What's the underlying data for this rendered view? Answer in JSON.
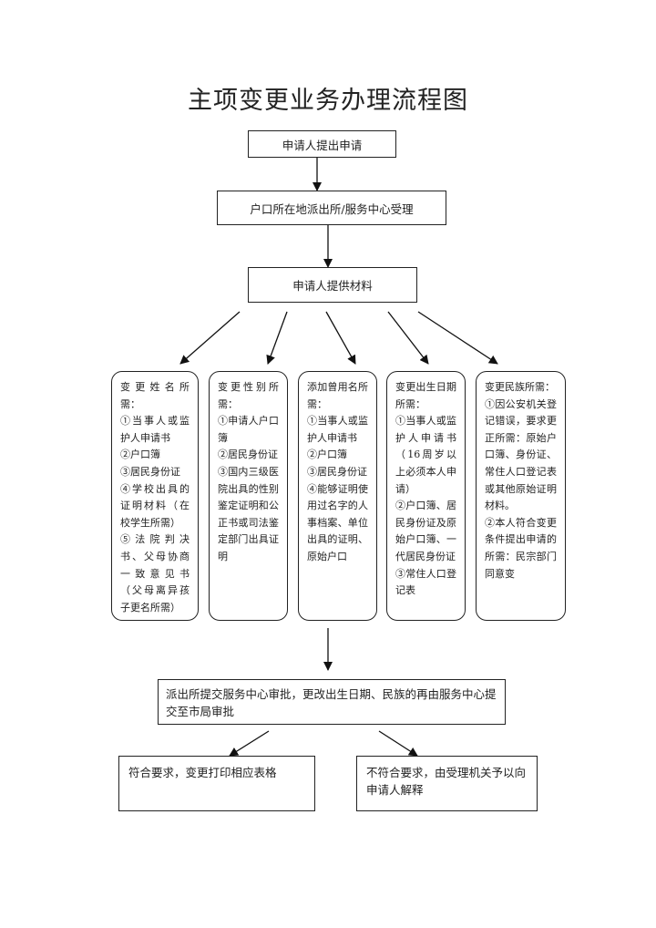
{
  "title": "主项变更业务办理流程图",
  "steps": {
    "apply": "申请人提出申请",
    "accept": "户口所在地派出所/服务中心受理",
    "materials": "申请人提供材料"
  },
  "categories": [
    {
      "heading": "变更姓名所需：",
      "items": [
        "①当事人或监护人申请书",
        "②户口簿",
        "③居民身份证",
        "④学校出具的证明材料（在校学生所需）",
        "⑤法院判决书、父母协商一致意见书（父母离异孩子更名所需）"
      ]
    },
    {
      "heading": "变更性别所需：",
      "items": [
        "①申请人户口簿",
        "②居民身份证",
        "③国内三级医院出具的性别鉴定证明和公正书或司法鉴定部门出具证明"
      ]
    },
    {
      "heading": "添加曾用名所需：",
      "items": [
        "①当事人或监护人申请书",
        "②户口簿",
        "③居民身份证",
        "④能够证明使用过名字的人事档案、单位出具的证明、原始户口"
      ]
    },
    {
      "heading": "变更出生日期所需：",
      "items": [
        "①当事人或监护人申请书（16周岁以上必须本人申请）",
        "②户口簿、居民身份证及原始户口簿、一代居民身份证",
        "③常住人口登记表"
      ]
    },
    {
      "heading": "变更民族所需：",
      "items": [
        "①因公安机关登记错误，要求更正所需：原始户口簿、身份证、常住人口登记表或其他原始证明材料。",
        "②本人符合变更条件提出申请的所需：民宗部门同意变"
      ]
    }
  ],
  "review": "派出所提交服务中心审批，更改出生日期、民族的再由服务中心提交至市局审批",
  "outcomes": {
    "pass": "符合要求，变更打印相应表格",
    "fail": "不符合要求，由受理机关予以向申请人解释"
  }
}
